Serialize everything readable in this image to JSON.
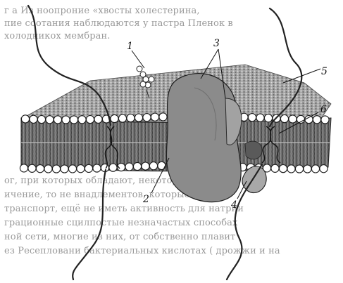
{
  "background_text": [
    "г а Из   ноопроние «хвосты холестерина,",
    "пие соотания наблюдаются у пастра Пленок в",
    "холодникох мембран.",
    "",
    "",
    "",
    "",
    "",
    "",
    "",
    "",
    "",
    "",
    "",
    "",
    "",
    "",
    "",
    "",
    "",
    "ог, при которых обладают, некоторые преис",
    "ичение, то не внадлементов, которые провод",
    "транспорт, ещё не иметь активность для натрии",
    "грационные сцилпостые незначастых способах",
    "ной сети, многие из них, от собственно плавит",
    "ез Ресепловани бактериальных кислотах ( дрожжи и на"
  ],
  "labels": {
    "l1": "1",
    "l2": "2",
    "l3": "3",
    "l4": "4",
    "l5": "5",
    "l6": "6"
  },
  "colors": {
    "line": "#1a1a1a",
    "head_fill": "#ffffff",
    "layer_fill": "#7d7d7d",
    "top_surface": "#9b9b9b",
    "protein_large": "#8a8a8a",
    "protein_small": "#a7a7a7"
  }
}
